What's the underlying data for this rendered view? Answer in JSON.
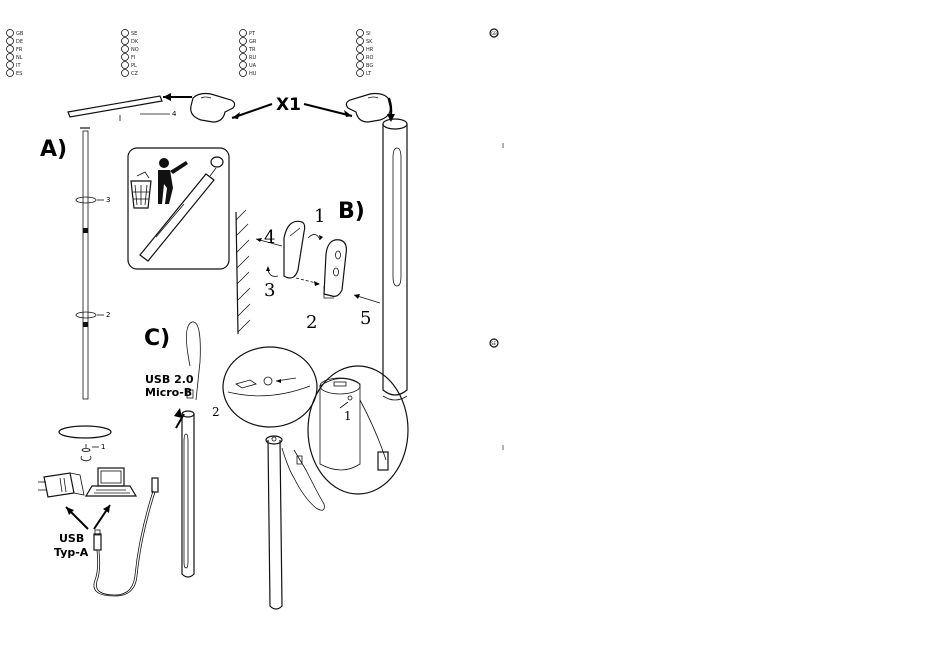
{
  "language_codes": {
    "columns": [
      [
        "GB",
        "DE",
        "FR",
        "NL",
        "IT",
        "ES"
      ],
      [
        "SE",
        "DK",
        "NO",
        "FI",
        "PL",
        "CZ"
      ],
      [
        "PT",
        "GR",
        "TR",
        "RU",
        "UA",
        "HU"
      ],
      [
        "SI",
        "SK",
        "HR",
        "RO",
        "BG",
        "LT"
      ]
    ],
    "right_marker_1": "GB",
    "right_marker_2": "SE",
    "right_small_1": "I",
    "right_small_2": "I"
  },
  "labels": {
    "quantity": "X1",
    "section_a": "A)",
    "section_b": "B)",
    "section_c": "C)",
    "part_4_top": "4",
    "part_3": "3",
    "part_2": "2",
    "part_1": "1",
    "b_1": "1",
    "b_2": "2",
    "b_3": "3",
    "b_4": "4",
    "b_5": "5",
    "c_usb_micro_line1": "USB 2.0",
    "c_usb_micro_line2": "Micro-B",
    "c_usb_a_line1": "USB",
    "c_usb_a_line2": "Typ-A",
    "c_step_2": "2",
    "c_step_1": "1"
  }
}
